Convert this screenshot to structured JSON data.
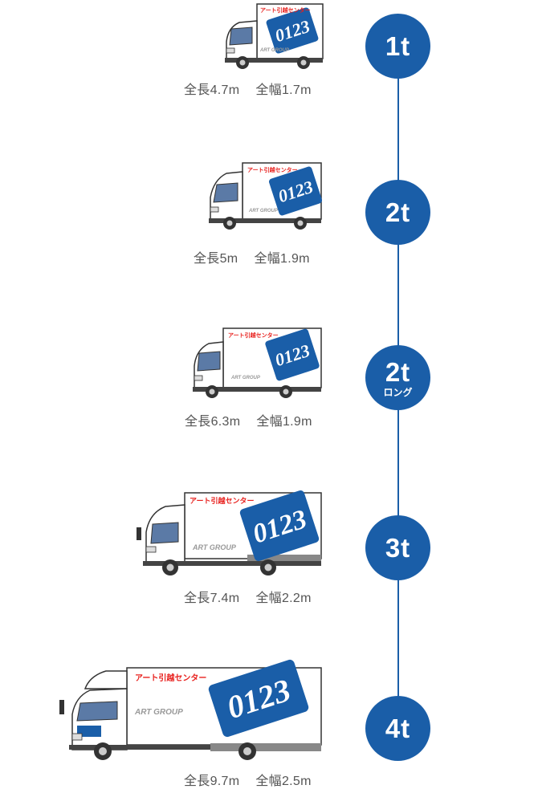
{
  "brand": {
    "company_name": "アート引越センター",
    "group_name": "ART GROUP",
    "number": "0123"
  },
  "colors": {
    "accent_blue": "#1a5ea8",
    "brand_red": "#e8201d",
    "text_gray": "#555555"
  },
  "trucks": [
    {
      "badge": "1t",
      "sub": "",
      "length": "全長4.7m",
      "width": "全幅1.7m"
    },
    {
      "badge": "2t",
      "sub": "",
      "length": "全長5m",
      "width": "全幅1.9m"
    },
    {
      "badge": "2t",
      "sub": "ロング",
      "length": "全長6.3m",
      "width": "全幅1.9m"
    },
    {
      "badge": "3t",
      "sub": "",
      "length": "全長7.4m",
      "width": "全幅2.2m"
    },
    {
      "badge": "4t",
      "sub": "",
      "length": "全長9.7m",
      "width": "全幅2.5m"
    }
  ]
}
